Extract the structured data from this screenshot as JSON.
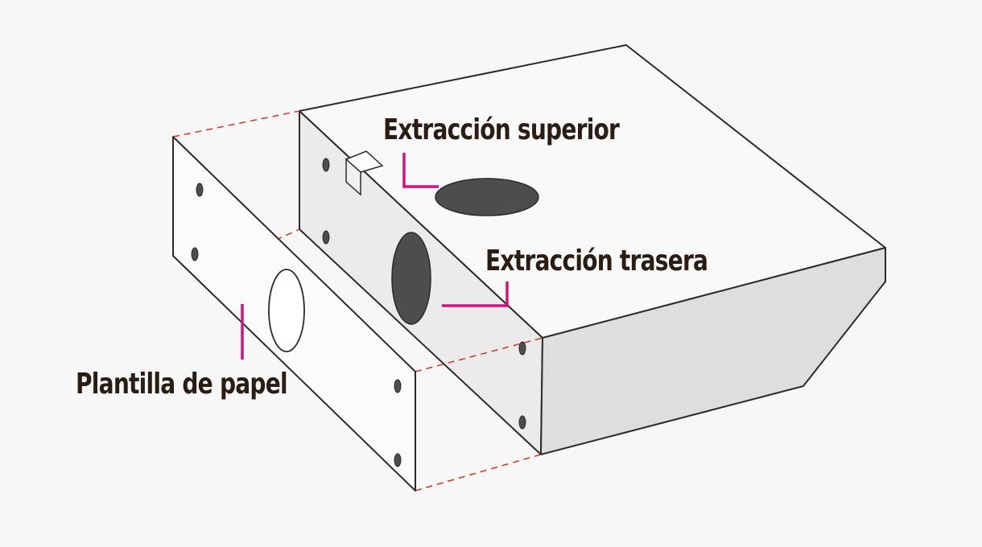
{
  "labels": {
    "top_extraction": "Extracción superior",
    "rear_extraction": "Extracción trasera",
    "paper_template": "Plantilla de papel"
  },
  "colors": {
    "background": "#f7f7f7",
    "outline": "#2b2b2b",
    "box_face_light": "#f9f9f9",
    "box_face_mid": "#e9e9e9",
    "box_face_side": "#dedede",
    "hole_fill": "#4d4d4d",
    "leader_line": "#d4137f",
    "dashed_guide": "#d9321f",
    "label_text": "#2a1d14"
  }
}
